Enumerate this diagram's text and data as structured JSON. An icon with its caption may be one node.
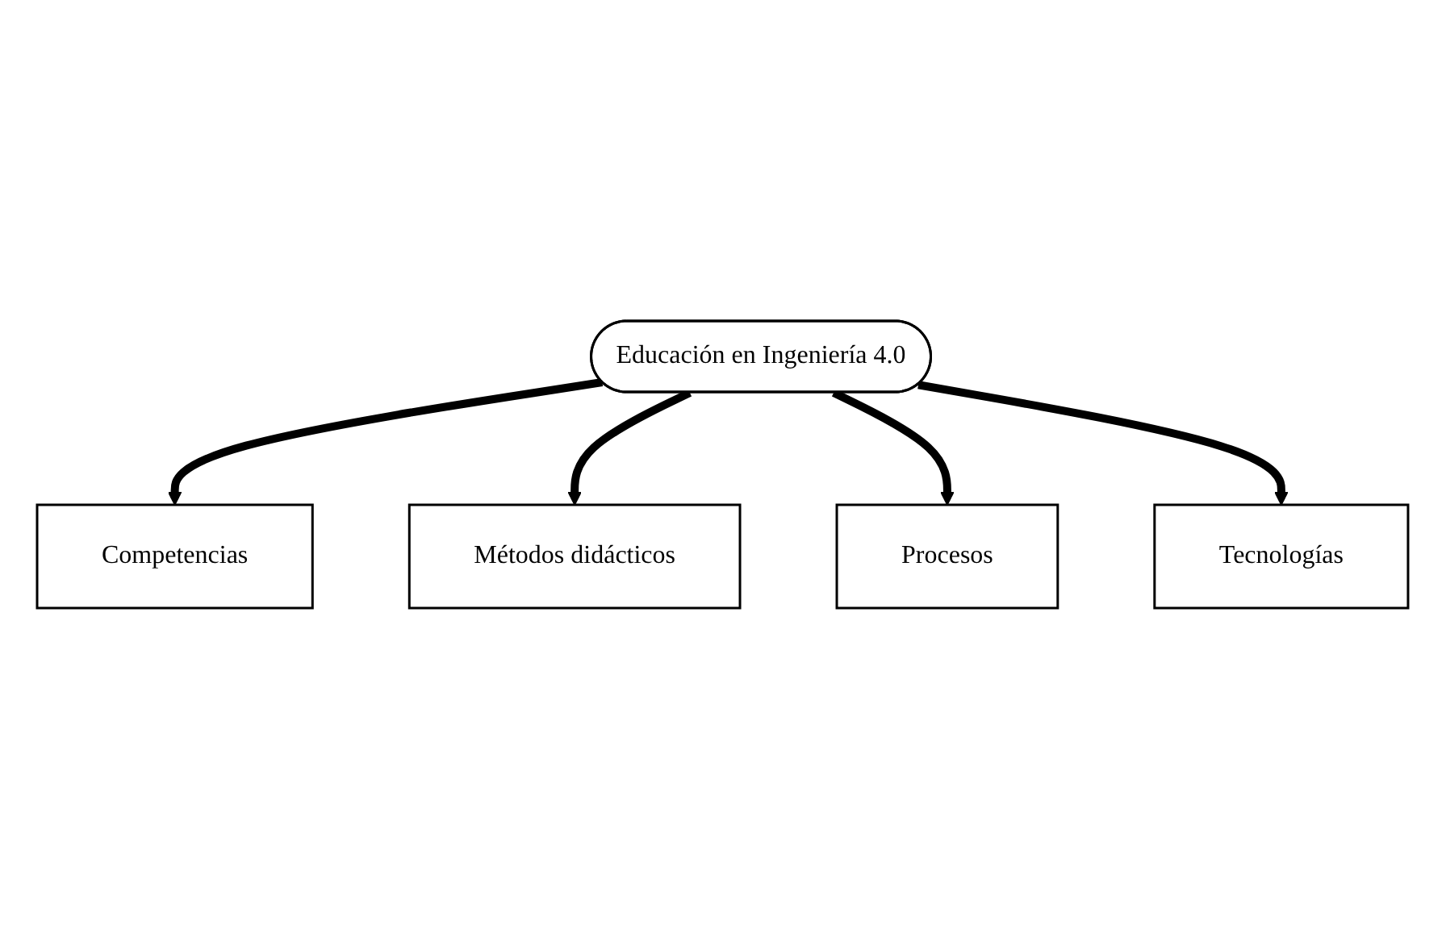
{
  "diagram": {
    "nodes": [
      {
        "text": [
          "Competencias"
        ]
      },
      {
        "text": [
          "Métodos didácticos"
        ]
      },
      {
        "text": [
          "Educación en Ingeniería 4.0"
        ]
      },
      {
        "text": [
          "Procesos"
        ]
      },
      {
        "text": [
          "Tecnologías"
        ]
      }
    ],
    "edges": [
      {
        "from": 2,
        "to": 0,
        "arrow": "to"
      },
      {
        "from": 2,
        "to": 1,
        "arrow": "to"
      },
      {
        "from": 2,
        "to": 3,
        "arrow": "to"
      },
      {
        "from": 2,
        "to": 4,
        "arrow": "to"
      }
    ]
  }
}
